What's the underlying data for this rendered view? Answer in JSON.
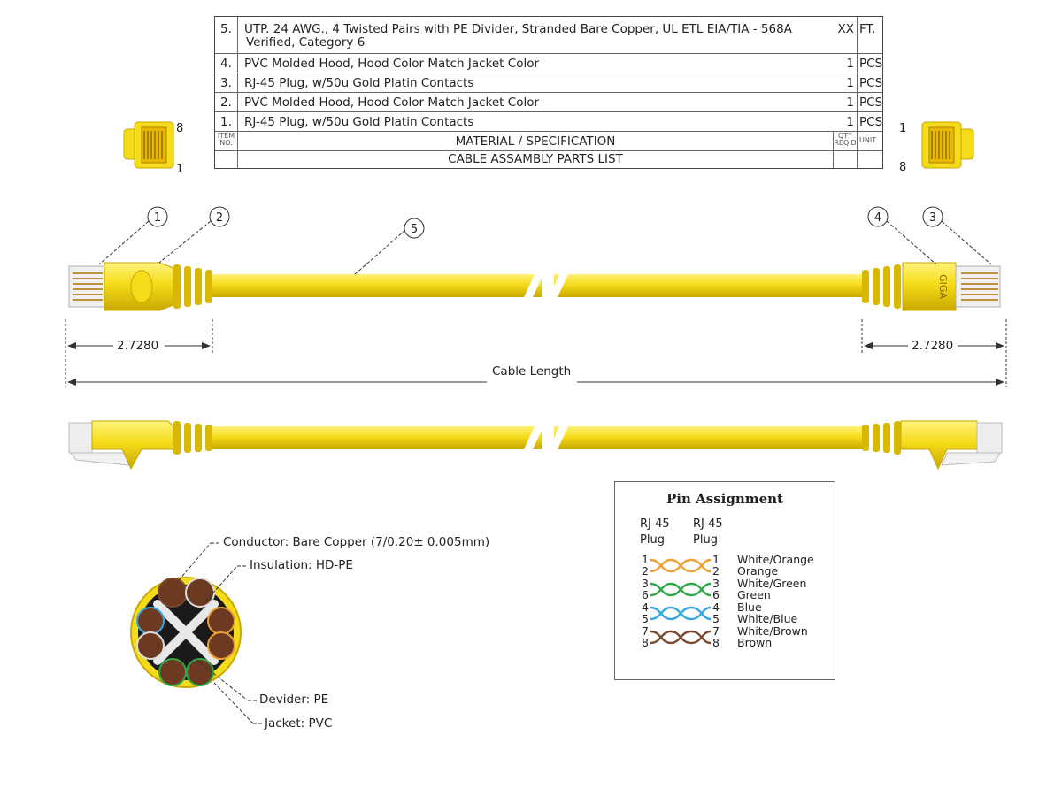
{
  "parts_table": {
    "rows": [
      {
        "num": "5.",
        "desc": "UTP. 24 AWG., 4 Twisted Pairs with PE Divider, Stranded Bare Copper, UL ETL EIA/TIA - 568A",
        "desc2": "Verified, Category 6",
        "qty": "XX",
        "unit": "FT."
      },
      {
        "num": "4.",
        "desc": "PVC Molded Hood, Hood Color Match Jacket Color",
        "qty": "1",
        "unit": "PCS."
      },
      {
        "num": "3.",
        "desc": "RJ-45 Plug, w/50u Gold Platin Contacts",
        "qty": "1",
        "unit": "PCS."
      },
      {
        "num": "2.",
        "desc": "PVC Molded Hood, Hood Color Match Jacket Color",
        "qty": "1",
        "unit": "PCS"
      },
      {
        "num": "1.",
        "desc": "RJ-45 Plug, w/50u Gold Platin Contacts",
        "qty": "1",
        "unit": "PCS."
      }
    ],
    "header": {
      "item_no": "ITEM NO.",
      "spec": "MATERIAL / SPECIFICATION",
      "qty": "QTY REQ'D",
      "unit": "UNIT"
    },
    "footer": "CABLE ASSAMBLY PARTS LIST"
  },
  "connector_end_labels": {
    "left_top": "8",
    "left_bottom": "1",
    "right_top": "1",
    "right_bottom": "8"
  },
  "callouts": [
    "1",
    "2",
    "5",
    "4",
    "3"
  ],
  "brand_text": "GIGA",
  "dimensions": {
    "left": "2.7280",
    "right": "2.7280",
    "total": "Cable Length"
  },
  "cross_section": {
    "conductor": "Conductor: Bare Copper (7/0.20± 0.005mm)",
    "insulation": "Insulation: HD-PE",
    "divider": "Devider: PE",
    "jacket": "Jacket: PVC"
  },
  "pin_assignment": {
    "title": "Pin Assignment",
    "col1": "RJ-45",
    "col1b": "Plug",
    "col2": "RJ-45",
    "col2b": "Plug",
    "left_pins": [
      "1",
      "2",
      "3",
      "6",
      "4",
      "5",
      "7",
      "8"
    ],
    "right_pins": [
      "1",
      "2",
      "3",
      "6",
      "4",
      "5",
      "7",
      "8"
    ],
    "colors": [
      "White/Orange",
      "Orange",
      "White/Green",
      "Green",
      "Blue",
      "White/Blue",
      "White/Brown",
      "Brown"
    ],
    "pair_colors": [
      "#f0a030",
      "#2fa84a",
      "#35a8e0",
      "#7a4a30"
    ]
  },
  "palette": {
    "jacket": "#f5dc1a",
    "jacket_dark": "#d8b800",
    "conductor": "#6b3a20"
  }
}
